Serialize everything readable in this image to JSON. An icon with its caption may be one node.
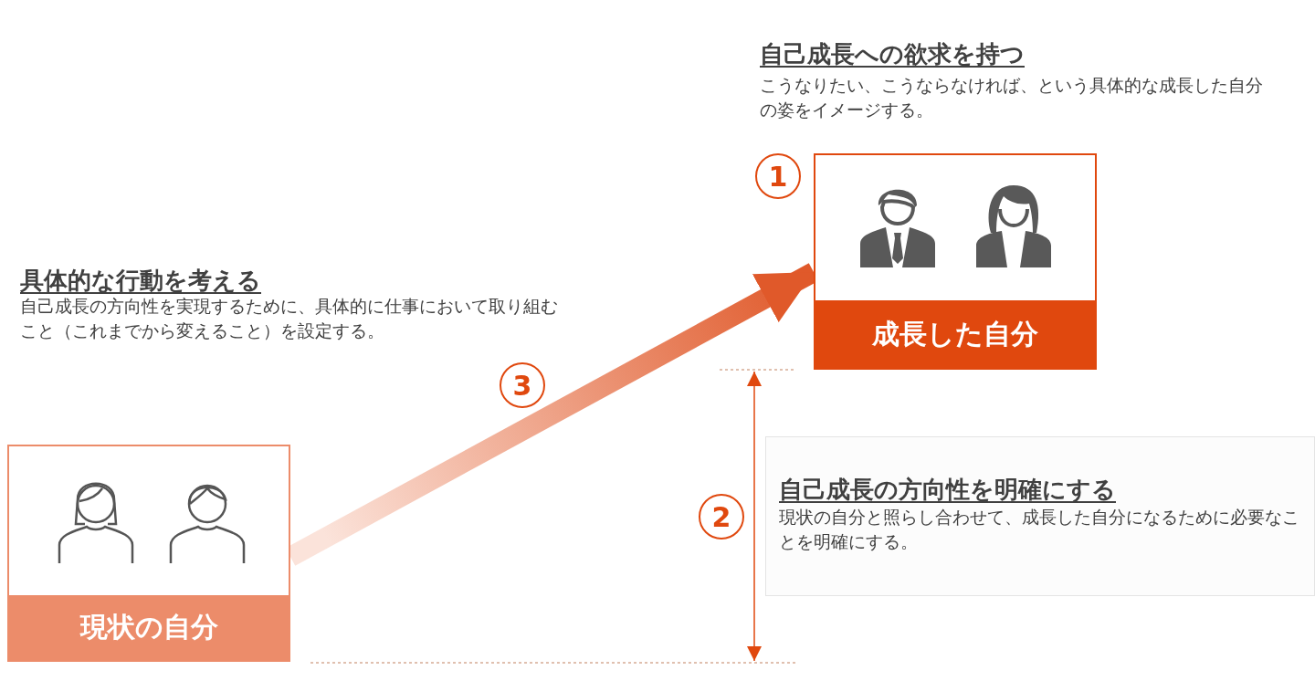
{
  "diagram": {
    "nodes": [
      {
        "text": [
          "現状の自分"
        ]
      },
      {
        "text": [
          "成長した自分"
        ]
      },
      {
        "text": [
          "自己成長の方向性を明確にする",
          "現状の自分と照らし合わせて、成長した自分になるために必要なことを明確にする。"
        ]
      }
    ],
    "edges": [
      {
        "from": 0,
        "to": 1,
        "arrow": "to",
        "style": "thick"
      }
    ],
    "labels": [
      "自己成長への欲求を持つ",
      "こうなりたい、こうならなければ、という具体的な成長した自分の姿をイメージする。",
      "1",
      "具体的な行動を考える",
      "自己成長の方向性を実現するために、具体的に仕事において取り組むこと（これまでから変えること）を設定する。",
      "3",
      "2"
    ]
  }
}
